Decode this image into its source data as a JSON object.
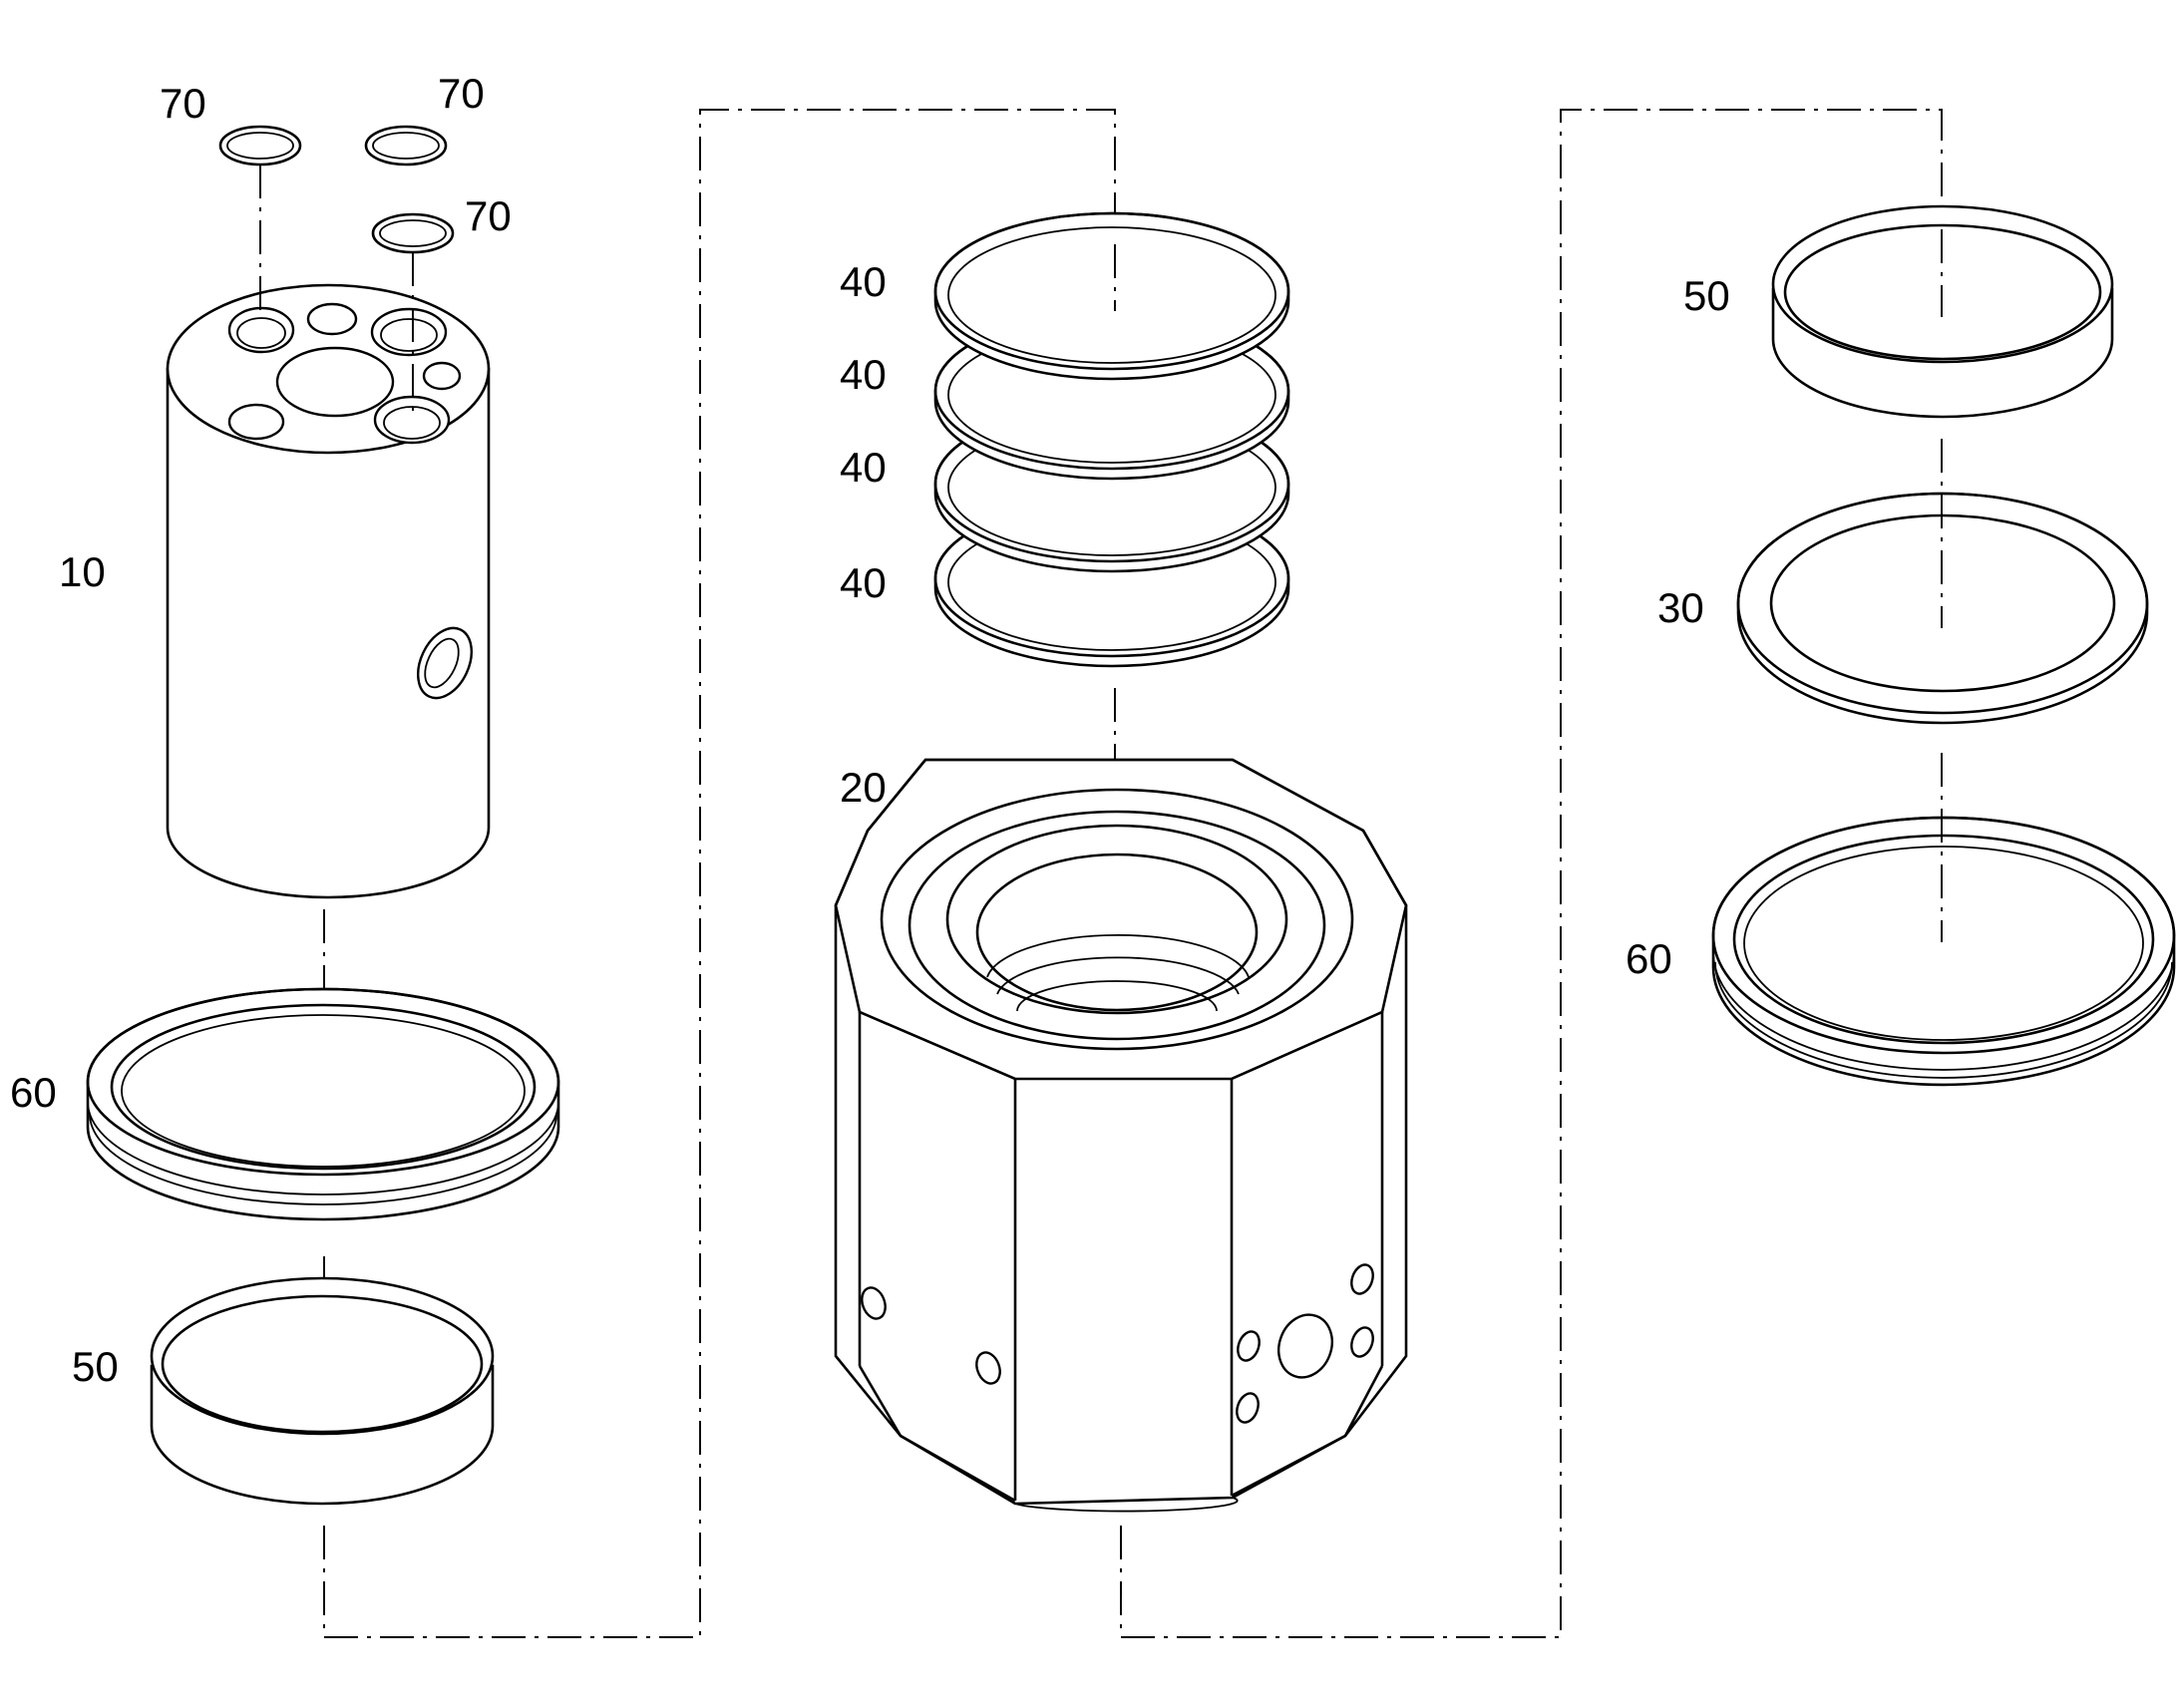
{
  "callouts": [
    {
      "id": "c70a",
      "text": "70"
    },
    {
      "id": "c70b",
      "text": "70"
    },
    {
      "id": "c70c",
      "text": "70"
    },
    {
      "id": "c10",
      "text": "10"
    },
    {
      "id": "c60a",
      "text": "60"
    },
    {
      "id": "c50a",
      "text": "50"
    },
    {
      "id": "c40a",
      "text": "40"
    },
    {
      "id": "c40b",
      "text": "40"
    },
    {
      "id": "c40c",
      "text": "40"
    },
    {
      "id": "c40d",
      "text": "40"
    },
    {
      "id": "c20",
      "text": "20"
    },
    {
      "id": "c50b",
      "text": "50"
    },
    {
      "id": "c30",
      "text": "30"
    },
    {
      "id": "c60b",
      "text": "60"
    }
  ]
}
